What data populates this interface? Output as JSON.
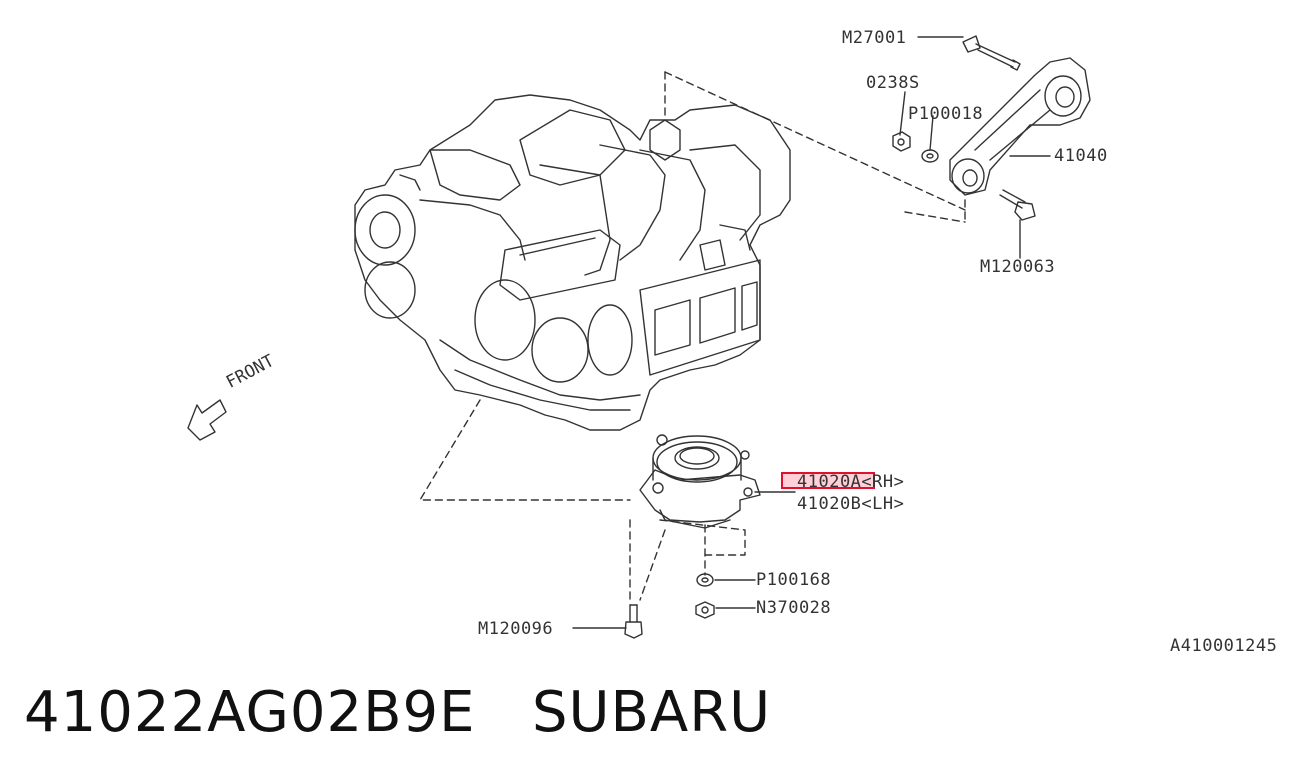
{
  "diagram": {
    "labels": {
      "m27001": "M27001",
      "o238s": "0238S",
      "p100018": "P100018",
      "l41040": "41040",
      "m120063": "M120063",
      "front": "FRONT",
      "l41020a": "41020A<RH>",
      "l41020b": "41020B<LH>",
      "p100168": "P100168",
      "n370028": "N370028",
      "m120096": "M120096",
      "ref": "A410001245"
    },
    "highlighted_part": "41020A",
    "highlight_color": "#e0102e"
  },
  "footer": {
    "part_number": "41022AG02B9E",
    "brand": "SUBARU"
  }
}
